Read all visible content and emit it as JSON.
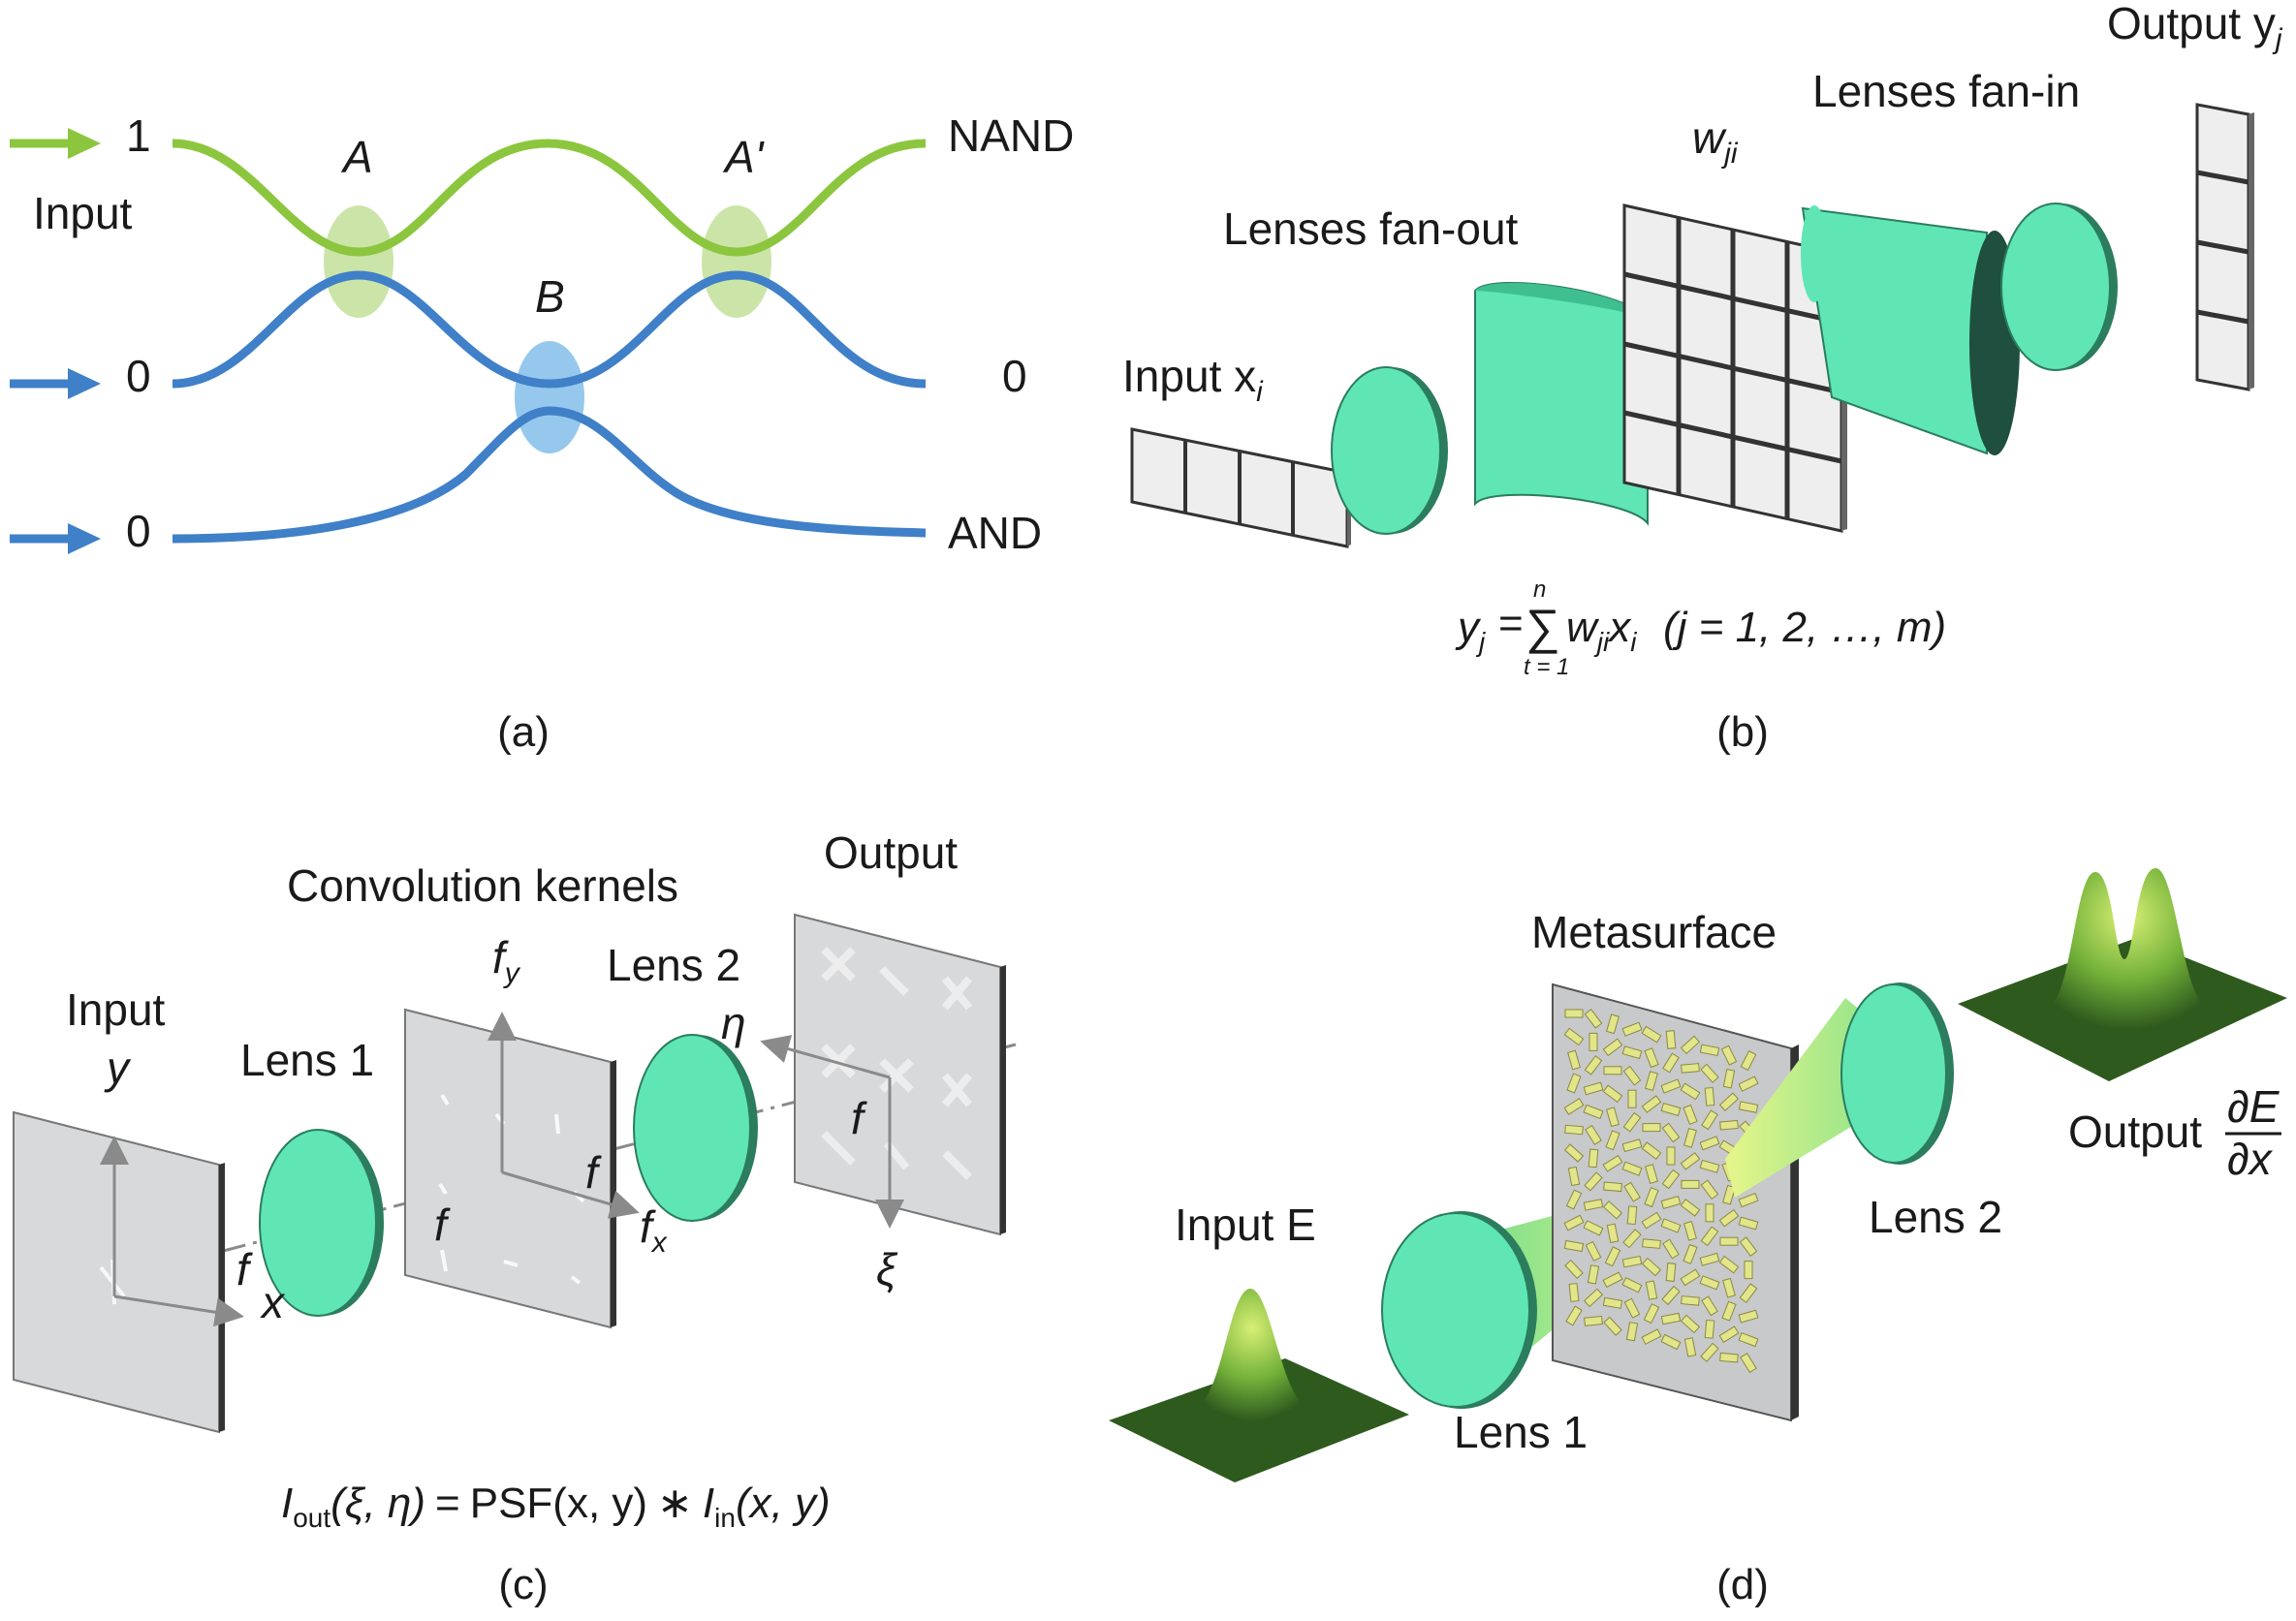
{
  "colors": {
    "green": "#8cc63f",
    "blue": "#3f80c8",
    "lens": "#5fe6b4",
    "lens_edge": "#2b7d5e",
    "plate": "#d7d9db",
    "grid_cell": "#eeeeee",
    "meta_bar": "#e3e58a",
    "gauss_dark": "#2f5a1e",
    "gauss_light": "#cfe96b"
  },
  "panel_a": {
    "caption": "(a)",
    "input_label": "Input",
    "inputs": [
      "1",
      "0",
      "0"
    ],
    "outputs": [
      "NAND",
      "0",
      "AND"
    ],
    "couplers": [
      "A",
      "B",
      "A'"
    ]
  },
  "panel_b": {
    "caption": "(b)",
    "input_label": "Input x",
    "input_sub": "i",
    "fanout_label": "Lenses fan-out",
    "weights_label": "w",
    "weights_sub": "ji",
    "fanin_label": "Lenses fan-in",
    "output_label": "Output y",
    "output_sub": "j",
    "formula": {
      "lhs": "y",
      "lhs_sub": "j",
      "eq": "=",
      "sum": "∑",
      "sum_top": "n",
      "sum_bottom": "t = 1",
      "term_w": "w",
      "term_w_sub": "ji",
      "term_x": "x",
      "term_x_sub": "i",
      "range": "(j = 1, 2, …, m)"
    }
  },
  "panel_c": {
    "caption": "(c)",
    "input_label": "Input",
    "lens1_label": "Lens 1",
    "kernels_label": "Convolution kernels",
    "lens2_label": "Lens 2",
    "output_label": "Output",
    "axis_y": "y",
    "axis_x": "x",
    "axis_fy": "f",
    "axis_fy_sub": "y",
    "axis_fx": "f",
    "axis_fx_sub": "x",
    "axis_eta": "η",
    "axis_xi": "ξ",
    "focal": "f",
    "formula": {
      "I": "I",
      "out_sub": "out",
      "args_out": "(ξ, η)",
      "eq": "=",
      "psf": "PSF(x, y)",
      "conv": "∗",
      "in_sub": "in",
      "args_in": "(x, y)"
    }
  },
  "panel_d": {
    "caption": "(d)",
    "meta_label": "Metasurface",
    "input_label": "Input E",
    "lens1_label": "Lens 1",
    "lens2_label": "Lens 2",
    "output_label": "Output",
    "frac_num": "∂E",
    "frac_den": "∂x"
  }
}
